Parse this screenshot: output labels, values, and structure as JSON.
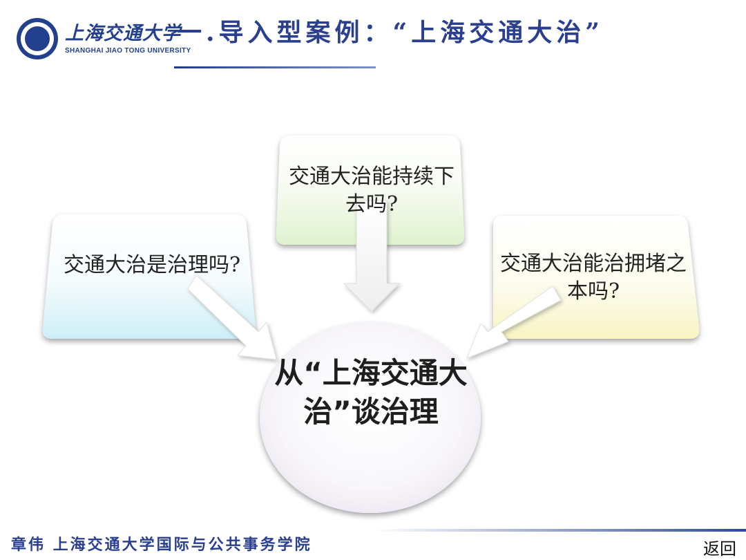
{
  "header": {
    "logo": {
      "name_cn": "上海交通大学",
      "name_en": "SHANGHAI JIAO TONG UNIVERSITY"
    },
    "title": "一.导入型案例：“上海交通大治”"
  },
  "diagram": {
    "boxes": {
      "left": "交通大治是治理吗?",
      "top": "交通大治能持续下去吗?",
      "right": "交通大治能治拥堵之本吗?"
    },
    "center": "从“上海交通大治”谈治理"
  },
  "footer": {
    "author": "章伟  上海交通大学国际与公共事务学院",
    "return_link": "返回"
  },
  "colors": {
    "title_blue": "#2a3f8f",
    "box_left_tint": "#cdeef7",
    "box_top_tint": "#dff2cf",
    "box_right_tint": "#f8f4c4",
    "center_tint": "#ece6f1"
  }
}
